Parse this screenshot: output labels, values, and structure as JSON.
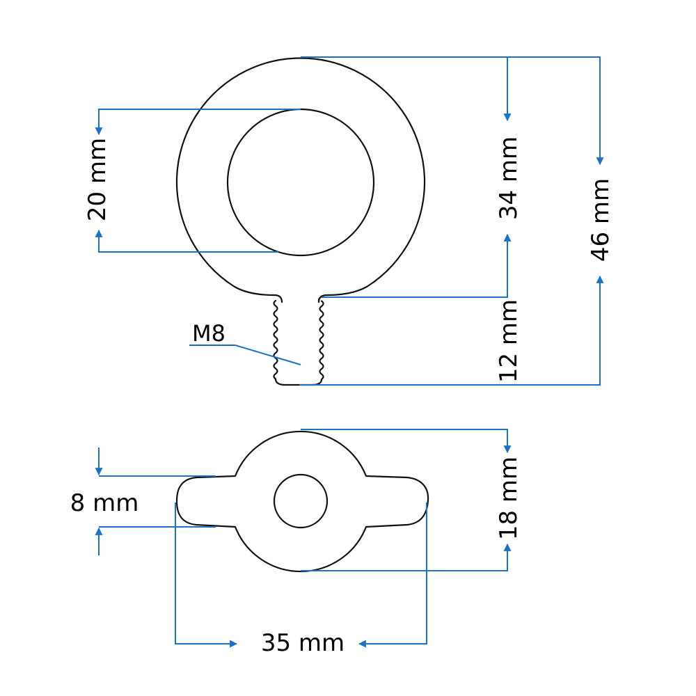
{
  "colors": {
    "dimension_line": "#1a72c8",
    "outline": "#111111",
    "background": "#ffffff"
  },
  "eye_bolt": {
    "thread_callout": "M8",
    "dims": {
      "inner_diameter": "20 mm",
      "outer_diameter": "34 mm",
      "total_height": "46 mm",
      "thread_length": "12 mm"
    }
  },
  "wing_nut": {
    "dims": {
      "wing_thickness": "8 mm",
      "body_height": "18 mm",
      "width": "35 mm"
    }
  }
}
